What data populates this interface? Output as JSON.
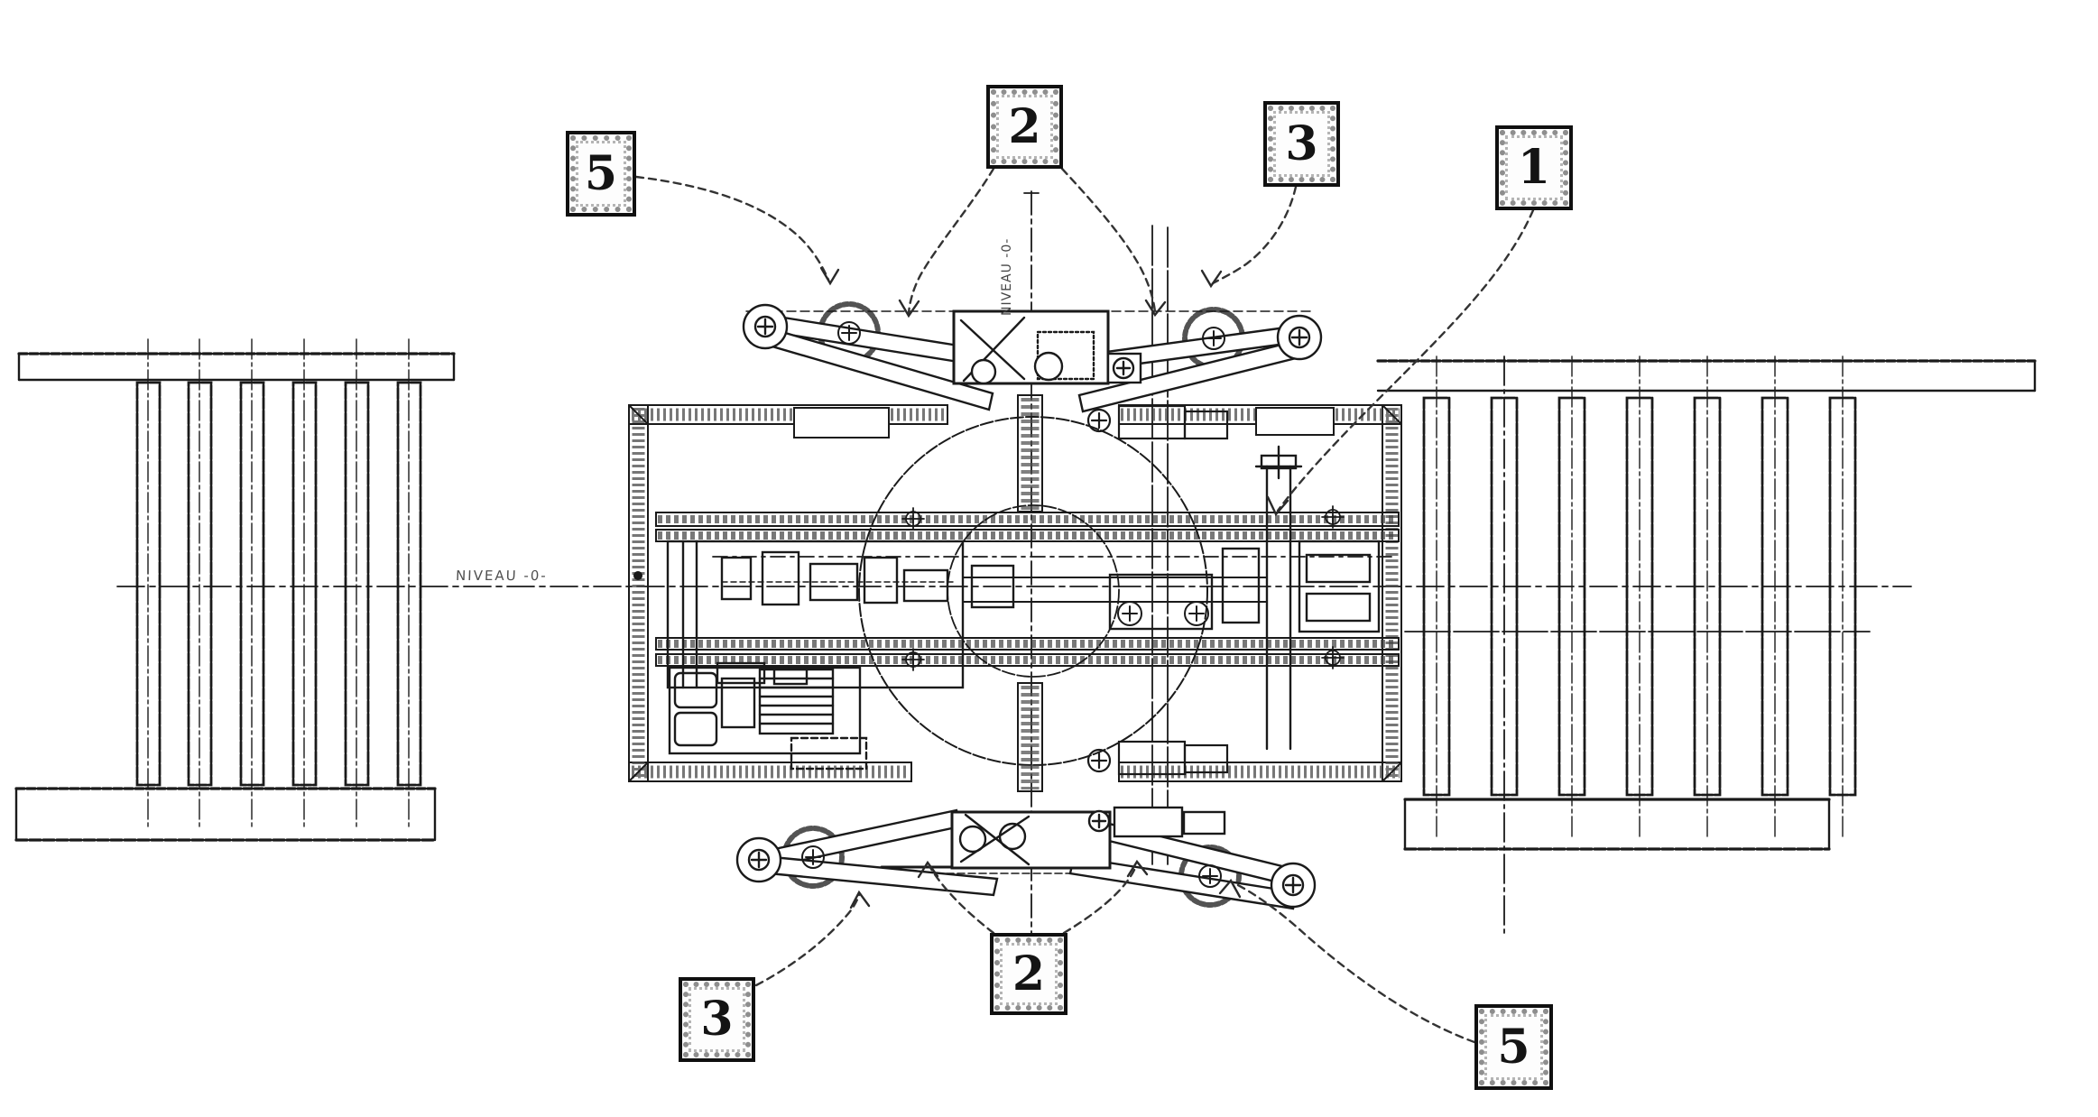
{
  "drawing": {
    "type": "scanned-technical-plan",
    "ink_color": "#1a1a1a",
    "paper_color": "#ffffff",
    "leader_color": "#333333"
  },
  "callouts": [
    {
      "id": "callout-5-top-left",
      "label": "5"
    },
    {
      "id": "callout-2-top-center",
      "label": "2"
    },
    {
      "id": "callout-3-top-right",
      "label": "3"
    },
    {
      "id": "callout-1-right",
      "label": "1"
    },
    {
      "id": "callout-3-bottom-left",
      "label": "3"
    },
    {
      "id": "callout-2-bottom-center",
      "label": "2"
    },
    {
      "id": "callout-5-bottom-right",
      "label": "5"
    }
  ],
  "annotations": {
    "level_horizontal": "NIVEAU -0-",
    "level_vertical": "NIVEAU -0-"
  }
}
